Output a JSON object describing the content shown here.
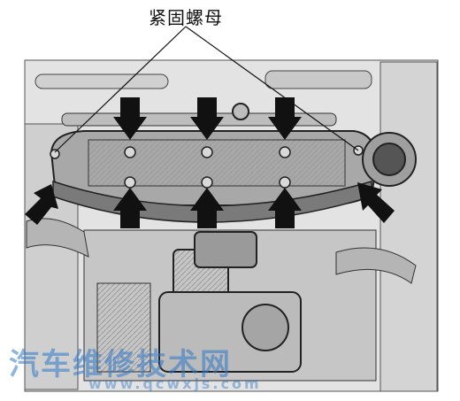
{
  "figure": {
    "callout_label": "紧固螺母",
    "watermark_cn": "汽车维修技术网",
    "watermark_url": "www.qcwxjs.com"
  },
  "colors": {
    "engine_dark": "#3a3a3a",
    "engine_mid": "#8a8a8a",
    "engine_light": "#d9d9d9",
    "arrow": "#111111",
    "watermark": "#2f78c8"
  },
  "annotations": {
    "top_arrows": 3,
    "bottom_arrows": 3,
    "side_arrows": 2
  }
}
